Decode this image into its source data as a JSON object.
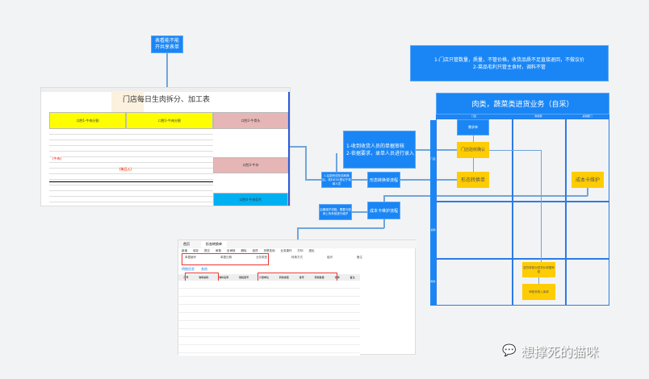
{
  "top_note": {
    "line1": "表看能不能",
    "line2": "开共享表单"
  },
  "rules_note": {
    "line1": "1-门店只管数量，质量，不管价格，收货品质不足直接退回，不做议价",
    "line2": "2-菜品毛利只管主食材，调料不管"
  },
  "spreadsheet": {
    "title": "门店每日生肉拆分、加工表",
    "sec_a": "口腔1-牛肉分割",
    "sec_b": "口腔1-牛肉分割",
    "sec_c": "口腔2-牛骨头",
    "sec_d": "口腔3-牛杂",
    "sec_e": "口腔4-牛肉切片",
    "red_a": "(牛肉)",
    "red_b": "(每日入)"
  },
  "swimlane": {
    "title": "肉类，蔬菜类进货业务（自采）",
    "col1": "门店",
    "col2": "财务部",
    "col3": "采购部门",
    "row1": "门店",
    "row2": "采购",
    "row3": "财务",
    "boxes": {
      "demand": "需求单",
      "accept": "门店验收确认",
      "transform": "形态转换单",
      "cost": "成本卡维护",
      "finance1": "进货单核对进货价单据审核",
      "finance2": "审核采购入库单"
    }
  },
  "middle": {
    "big_line1": "1-收到收货人员的单据审核",
    "big_line2": "2-依据要求，录单人员进行录入",
    "small1": "1-后厨完成形态转换后，将EXCEL登记于录单人员",
    "transform_flow": "形态转换单流程",
    "small2": "后期维护流程，需要与厨师上传系统进行维护",
    "cost_flow": "成本卡维护流程"
  },
  "erp": {
    "tab1": "首页",
    "tab2": "形态转换单",
    "toolbar": [
      "新增",
      "保存",
      "提交",
      "审核",
      "反审核",
      "删除",
      "选项",
      "关联查询",
      "业务操作",
      "打印",
      "退出"
    ],
    "fields": [
      "单据编号",
      "单据日期",
      "业务类型",
      "转换方式",
      "组织",
      "备注"
    ],
    "subtabs": [
      "明细信息",
      "其他"
    ],
    "cols": [
      "序号",
      "物料编码",
      "物料名称",
      "规格型号",
      "计量单位",
      "转换类型",
      "批号",
      "转换数量",
      "仓库",
      "备注"
    ]
  },
  "watermark": "想撑死的猫咪"
}
